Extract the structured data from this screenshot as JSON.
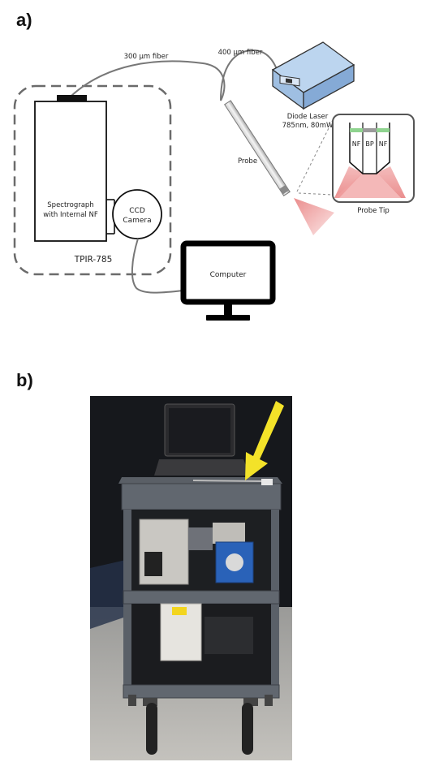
{
  "panel_a": {
    "letter": "a)",
    "fiber_300": "300 µm fiber",
    "fiber_400": "400 µm fiber",
    "laser_line1": "Diode Laser",
    "laser_line2": "785nm, 80mW",
    "probe": "Probe",
    "probe_tip": "Probe Tip",
    "tip_segments": [
      "NF",
      "BP",
      "NF"
    ],
    "spectro_line1": "Spectrograph",
    "spectro_line2": "with Internal NF",
    "ccd_line1": "CCD",
    "ccd_line2": "Camera",
    "system": "TPIR-785",
    "computer": "Computer"
  },
  "panel_b": {
    "letter": "b)",
    "arrow_color": "#f3e229"
  }
}
